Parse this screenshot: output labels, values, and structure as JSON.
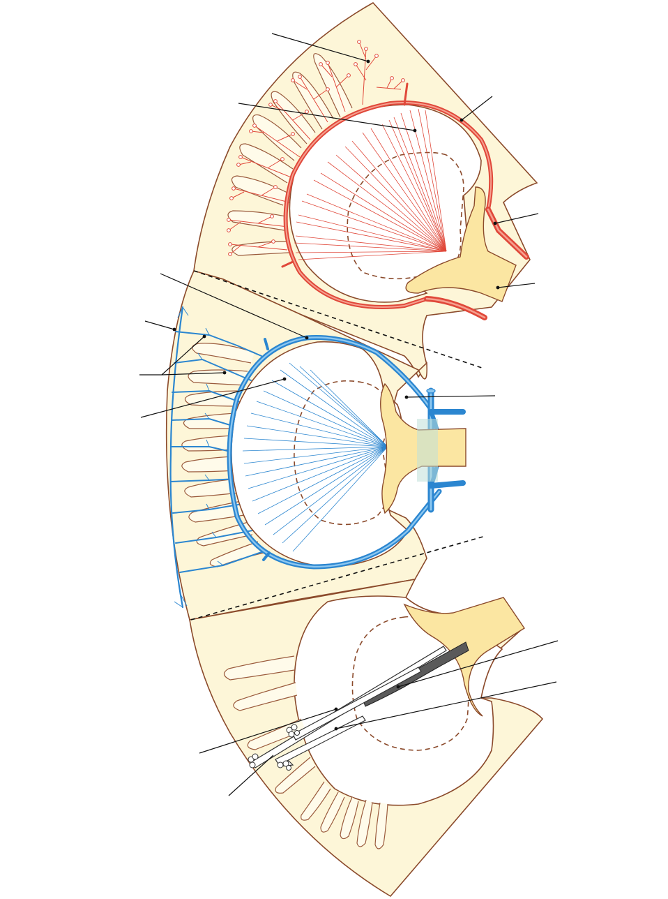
{
  "figure": {
    "sections": [
      {
        "key": "arterial-supply",
        "color": "#e0483a"
      },
      {
        "key": "venous-drainage",
        "color": "#2b86d0"
      },
      {
        "key": "nephron-position",
        "color": "#444444"
      }
    ],
    "leader_count": 14,
    "labels": []
  },
  "colors": {
    "tissue": "#fdf6d8",
    "outline": "#8b4a2b",
    "artery": "#e0483a",
    "vein": "#2b86d0",
    "sinus_fat": "#fbe6a2"
  }
}
